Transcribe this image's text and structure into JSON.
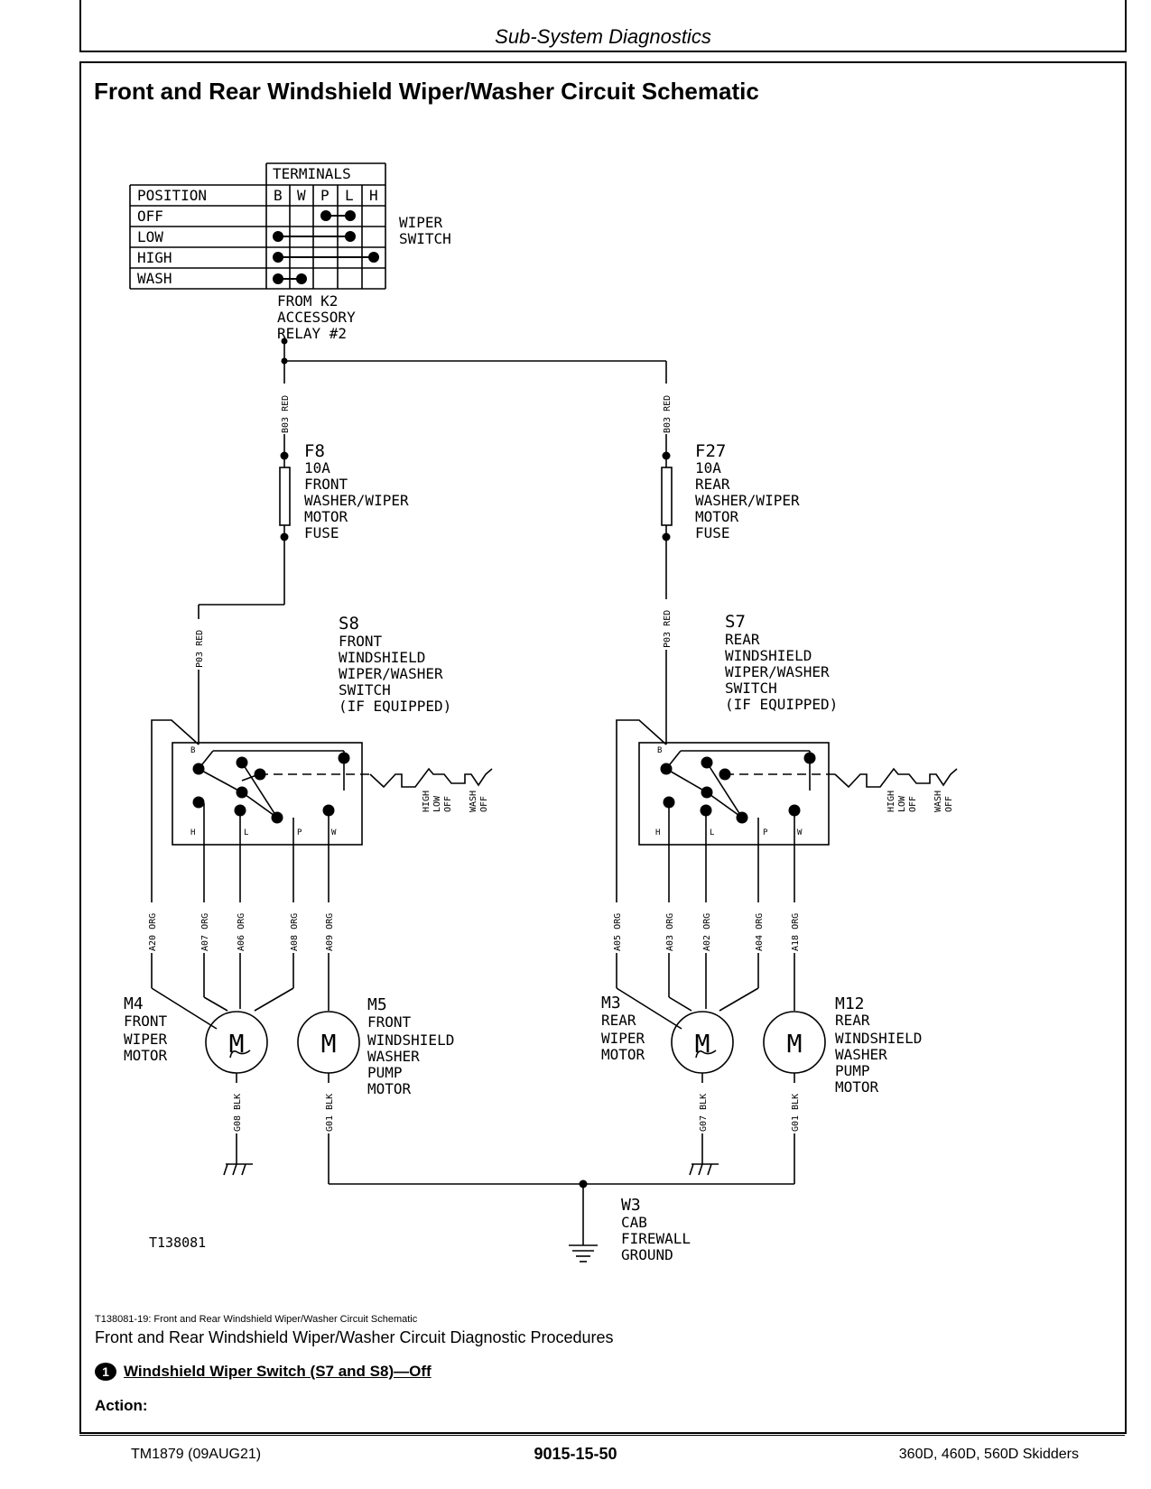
{
  "header": {
    "section": "Sub-System Diagnostics"
  },
  "title": "Front and Rear Windshield Wiper/Washer Circuit Schematic",
  "switch_table": {
    "terminals_header": "TERMINALS",
    "position_header": "POSITION",
    "columns": [
      "B",
      "W",
      "P",
      "L",
      "H"
    ],
    "rows": [
      "OFF",
      "LOW",
      "HIGH",
      "WASH"
    ],
    "label": [
      "WIPER",
      "SWITCH"
    ],
    "source": [
      "FROM K2",
      "ACCESSORY",
      "RELAY #2"
    ]
  },
  "wires": {
    "b03_left": "B03 RED",
    "b03_right": "B03 RED",
    "p03_left": "P03 RED",
    "p03_right": "P03 RED",
    "a20": "A20 ORG",
    "a07": "A07 ORG",
    "a06": "A06 ORG",
    "a08": "A08 ORG",
    "a09": "A09 ORG",
    "a05": "A05 ORG",
    "a03": "A03 ORG",
    "a02": "A02 ORG",
    "a04": "A04 ORG",
    "a18": "A18 ORG",
    "g08": "G08 BLK",
    "g01_left": "G01 BLK",
    "g07": "G07 BLK",
    "g01_right": "G01 BLK"
  },
  "fuses": {
    "f8": [
      "F8",
      "10A",
      "FRONT",
      "WASHER/WIPER",
      "MOTOR",
      "FUSE"
    ],
    "f27": [
      "F27",
      "10A",
      "REAR",
      "WASHER/WIPER",
      "MOTOR",
      "FUSE"
    ]
  },
  "switches": {
    "s8": [
      "S8",
      "FRONT",
      "WINDSHIELD",
      "WIPER/WASHER",
      "SWITCH",
      "(IF EQUIPPED)"
    ],
    "s7": [
      "S7",
      "REAR",
      "WINDSHIELD",
      "WIPER/WASHER",
      "SWITCH",
      "(IF EQUIPPED)"
    ],
    "terminal_letters": [
      "B",
      "H",
      "L",
      "P",
      "W"
    ],
    "positions": [
      "HIGH",
      "LOW",
      "OFF",
      "WASH",
      "OFF"
    ]
  },
  "motors": {
    "m4": [
      "M4",
      "FRONT",
      "WIPER",
      "MOTOR"
    ],
    "m5": [
      "M5",
      "FRONT",
      "WINDSHIELD",
      "WASHER",
      "PUMP",
      "MOTOR"
    ],
    "m3": [
      "M3",
      "REAR",
      "WIPER",
      "MOTOR"
    ],
    "m12": [
      "M12",
      "REAR",
      "WINDSHIELD",
      "WASHER",
      "PUMP",
      "MOTOR"
    ],
    "symbol": "M"
  },
  "ground": {
    "w3": [
      "W3",
      "CAB",
      "FIREWALL",
      "GROUND"
    ]
  },
  "figure_id": "T138081",
  "caption": "T138081-19: Front and Rear Windshield Wiper/Washer Circuit Schematic",
  "procedures_title": "Front and Rear Windshield Wiper/Washer Circuit Diagnostic Procedures",
  "step": {
    "number": "1",
    "label": "Windshield Wiper Switch (S7 and S8)—Off"
  },
  "action_label": "Action:",
  "footer": {
    "left": "TM1879 (09AUG21)",
    "center": "9015-15-50",
    "right": "360D, 460D, 560D Skidders"
  }
}
